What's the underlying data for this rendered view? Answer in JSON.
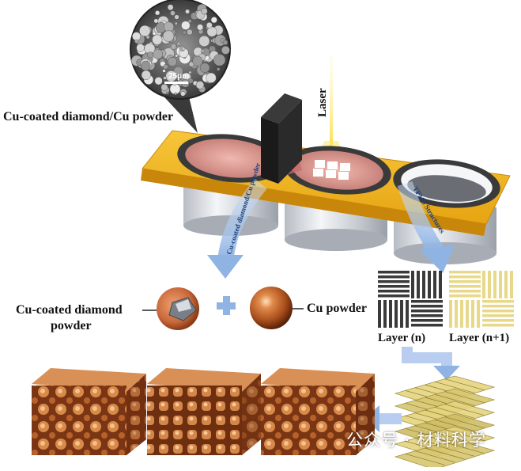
{
  "labels": {
    "powder_title": "Cu-coated diamond/Cu powder",
    "scale_bar": "25μm",
    "laser": "Laser",
    "arrow_left_text": "Cu-coated diamond/Cu powder",
    "arrow_right_text": "TPMS Structures",
    "cu_coated_diamond_line1": "Cu-coated diamond",
    "cu_coated_diamond_line2": "powder",
    "cu_powder": "Cu powder",
    "plus": "+",
    "layer_n": "Layer (n)",
    "layer_n_plus_1": "Layer (n+1)"
  },
  "watermark": "公众号 · 材料科学",
  "colors": {
    "plate_gold": "#f2b21a",
    "copper": "#c4652b",
    "arrow_blue": "#8fb3e3",
    "layer_dark": "#3a3a3a",
    "layer_yellow": "#e8d98a"
  }
}
